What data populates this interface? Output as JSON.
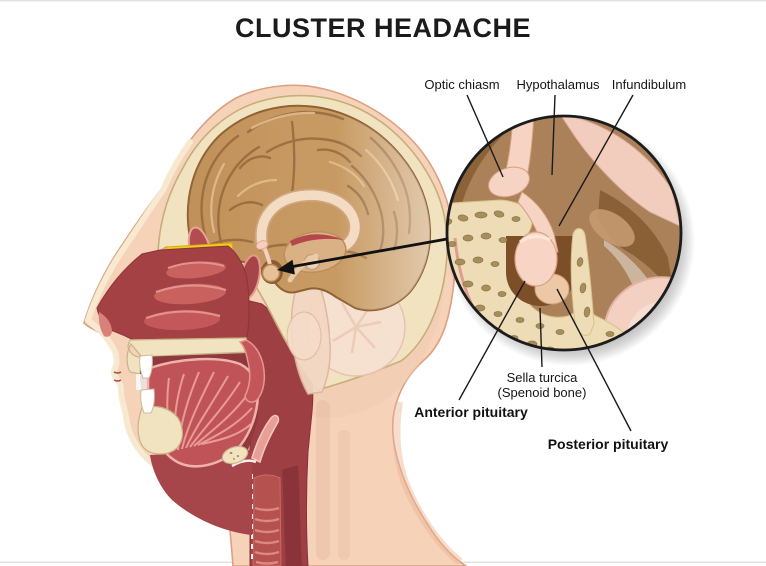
{
  "title": "CLUSTER HEADACHE",
  "labels": {
    "optic_chiasm": "Optic chiasm",
    "hypothalamus": "Hypothalamus",
    "infundibulum": "Infundibulum",
    "sella_turcica": "Sella turcica",
    "sella_turcica_sub": "(Spenoid bone)",
    "anterior_pituitary": "Anterior pituitary",
    "posterior_pituitary": "Posterior pituitary"
  },
  "palette": {
    "background": "#ffffff",
    "line_black": "#1a1a1a",
    "skin": "#f6d2b9",
    "skin_edge": "#dca183",
    "profile_cream": "#f7ebd2",
    "skull_bone": "#f1e3c0",
    "bone_speckle": "#8a7340",
    "brain_tan": "#c89a63",
    "gyri_shadow": "#96693c",
    "corpus_callosum": "#f3dcc3",
    "mucosa_red": "#a34145",
    "tongue_red": "#c05358",
    "olfactory_yellow": "#f2cd1e",
    "pituitary_pink": "#f7d4c4",
    "posterior_lobe_tan": "#ecc8a6",
    "inset_brown": "#ab8159",
    "inset_dark_brown": "#8a6137",
    "inset_bone": "#eedcb6",
    "inset_red": "#9c4148"
  }
}
